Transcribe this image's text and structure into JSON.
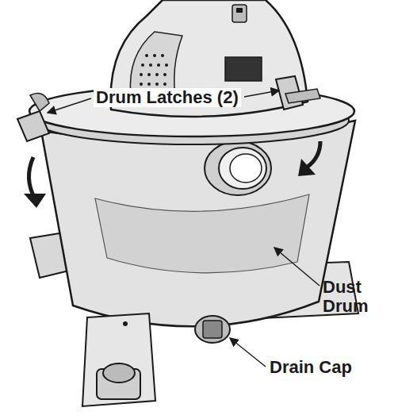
{
  "diagram": {
    "labels": [
      "Drum Latches (2)",
      "Dust Drum",
      "Drain Cap"
    ]
  }
}
